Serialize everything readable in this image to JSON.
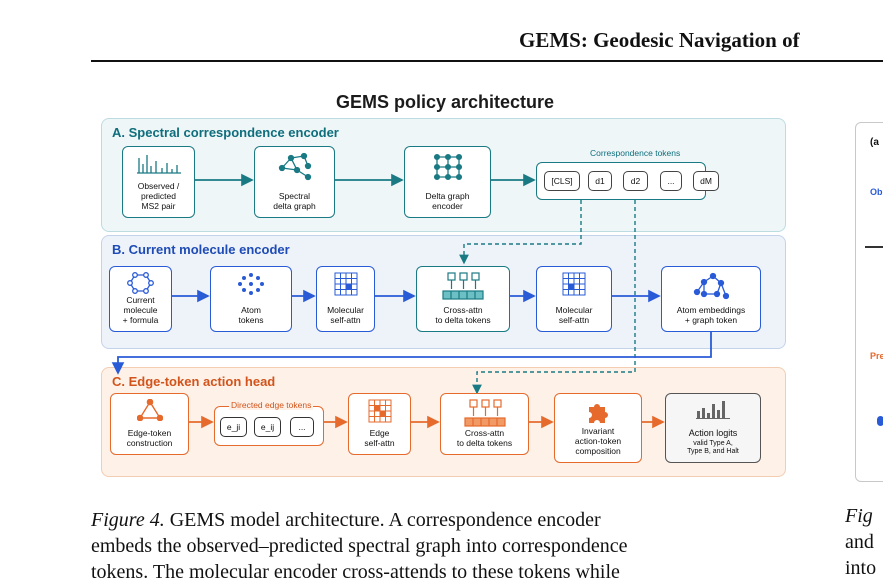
{
  "header": {
    "title": "GEMS: Geodesic Navigation of"
  },
  "figure": {
    "title": "GEMS policy architecture",
    "sections": {
      "a": {
        "label": "A. Spectral correspondence encoder"
      },
      "b": {
        "label": "B. Current molecule encoder"
      },
      "c": {
        "label": "C. Edge-token action head"
      }
    },
    "a_boxes": {
      "observed": "Observed /\npredicted\nMS2 pair",
      "spectral_graph": "Spectral\ndelta graph",
      "delta_encoder": "Delta graph\nencoder"
    },
    "correspondence": {
      "title": "Correspondence tokens",
      "tokens": [
        "[CLS]",
        "d1",
        "d2",
        "...",
        "dM"
      ]
    },
    "b_boxes": {
      "current": "Current\nmolecule\n+ formula",
      "atom_tokens": "Atom\ntokens",
      "mol_self_attn_1": "Molecular\nself-attn",
      "cross_attn": "Cross-attn\nto delta tokens",
      "mol_self_attn_2": "Molecular\nself-attn",
      "atom_embeddings": "Atom embeddings\n+ graph token"
    },
    "c_boxes": {
      "edge_construction": "Edge-token\nconstruction",
      "edge_self_attn": "Edge\nself-attn",
      "cross_attn": "Cross-attn\nto delta tokens",
      "composition": "Invariant\naction-token\ncomposition",
      "action_logits": "Action logits",
      "action_logits_sub": "valid Type A,\nType B, and Halt"
    },
    "directed_edges": {
      "title": "Directed edge tokens",
      "tokens": [
        "e_ji",
        "e_ij",
        "..."
      ]
    },
    "colors": {
      "teal": "#1a7a84",
      "blue": "#2a5bd7",
      "orange": "#e66a2c"
    }
  },
  "caption": {
    "label": "Figure 4.",
    "line1": " GEMS model architecture. A correspondence encoder",
    "line2": "embeds the observed–predicted spectral graph into correspondence",
    "line3": "tokens. The molecular encoder cross-attends to these tokens while"
  },
  "right_panel": {
    "tag": "(a",
    "item1": "Ob",
    "item2": "Pre",
    "caption_l1": "Fig",
    "caption_l2": "and",
    "caption_l3": "into"
  }
}
